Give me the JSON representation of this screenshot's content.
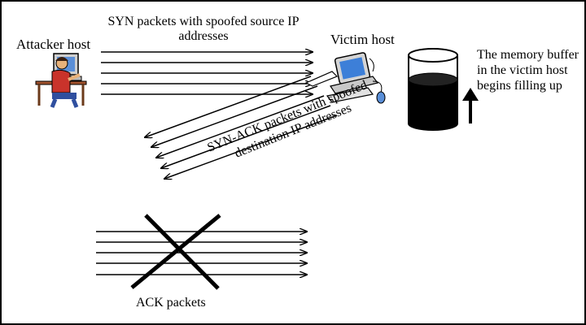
{
  "labels": {
    "syn_line1": "SYN packets with  spoofed source IP",
    "syn_line2": "addresses",
    "victim": "Victim host",
    "attacker": "Attacker host",
    "buffer_line1": "The memory buffer",
    "buffer_line2": "in the victim host",
    "buffer_line3": "begins filling  up",
    "synack_line1": "SYN-ACK packets with spoofed",
    "synack_line2": "destination IP addresses",
    "ack": "ACK packets"
  },
  "icons": {
    "attacker": "attacker-at-computer-icon",
    "victim": "victim-computer-icon",
    "buffer": "memory-buffer-cylinder-icon",
    "up_arrow": "up-arrow-icon",
    "cross": "cross-out-icon"
  },
  "colors": {
    "stroke": "#000000",
    "monitor_screen": "#3d7fd8",
    "buffer_fill": "#000000"
  }
}
